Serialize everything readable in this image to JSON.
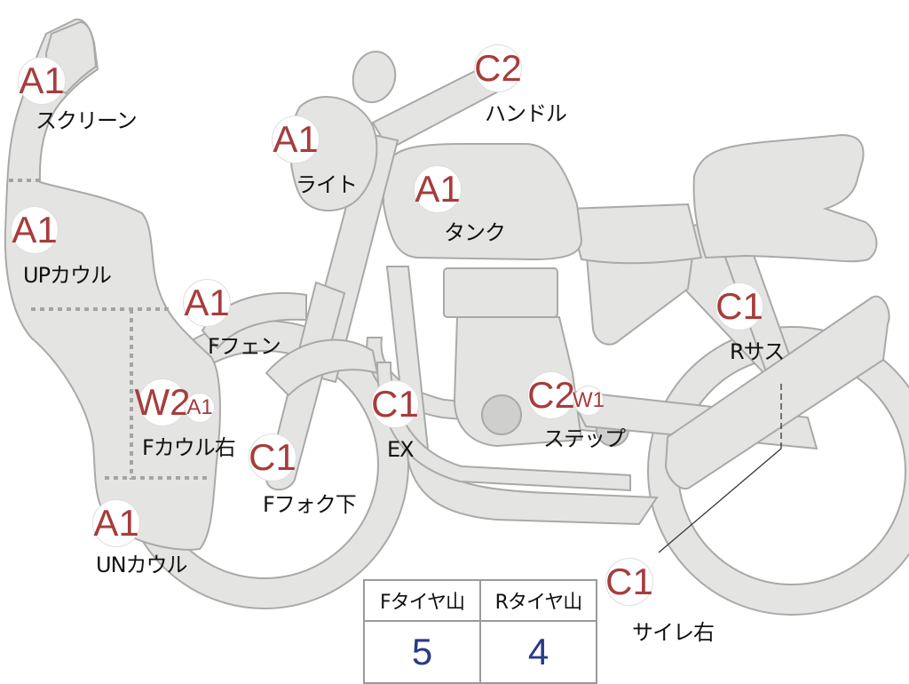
{
  "parts": [
    {
      "id": "screen",
      "grade": "A1",
      "label": "スクリーン"
    },
    {
      "id": "up-cowl",
      "grade": "A1",
      "label": "UPカウル"
    },
    {
      "id": "f-fender",
      "grade": "A1",
      "label": "Fフェン"
    },
    {
      "id": "f-cowl-right",
      "grade": "W2",
      "grade2": "A1",
      "label": "Fカウル右"
    },
    {
      "id": "un-cowl",
      "grade": "A1",
      "label": "UNカウル"
    },
    {
      "id": "light",
      "grade": "A1",
      "label": "ライト"
    },
    {
      "id": "handle",
      "grade": "C2",
      "label": "ハンドル"
    },
    {
      "id": "tank",
      "grade": "A1",
      "label": "タンク"
    },
    {
      "id": "f-fork-lower",
      "grade": "C1",
      "label": "Fフォク下"
    },
    {
      "id": "exhaust",
      "grade": "C1",
      "label": "EX"
    },
    {
      "id": "step",
      "grade": "C2",
      "grade2": "W1",
      "label": "ステップ"
    },
    {
      "id": "r-suspension",
      "grade": "C1",
      "label": "Rサス"
    },
    {
      "id": "silencer-right",
      "grade": "C1",
      "label": "サイレ右"
    }
  ],
  "tires": {
    "front_label": "Fタイヤ山",
    "rear_label": "Rタイヤ山",
    "front_value": "5",
    "rear_value": "4"
  },
  "colors": {
    "body_fill": "#e4e5e3",
    "outline": "#a8aaa7",
    "grade_text": "#a73c3c",
    "tire_value_text": "#283a88"
  }
}
